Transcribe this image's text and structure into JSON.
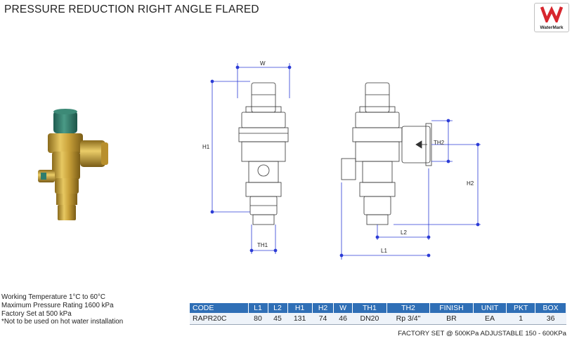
{
  "title": "PRESSURE REDUCTION RIGHT ANGLE FLARED",
  "logo": {
    "text": "WaterMark",
    "brand_color": "#d7262e"
  },
  "drawing_labels": {
    "w": "W",
    "h1": "H1",
    "th1": "TH1",
    "th2": "TH2",
    "h2": "H2",
    "l2": "L2",
    "l1": "L1"
  },
  "specs": [
    "Working Temperature  1°C to 60°C",
    "Maximum Pressure Rating  1600 kPa",
    "Factory Set at 500 kPa",
    "*Not to be used on hot water installation"
  ],
  "table": {
    "headers": [
      "CODE",
      "L1",
      "L2",
      "H1",
      "H2",
      "W",
      "TH1",
      "TH2",
      "FINISH",
      "UNIT",
      "PKT",
      "BOX"
    ],
    "rows": [
      [
        "RAPR20C",
        "80",
        "45",
        "131",
        "74",
        "46",
        "DN20",
        "Rp 3/4\"",
        "BR",
        "EA",
        "1",
        "36"
      ]
    ]
  },
  "note": "FACTORY SET @ 500KPa ADJUSTABLE 150 - 600KPa",
  "colors": {
    "header_bg": "#2f6fb6",
    "dimension_line": "#2b3bd6",
    "brass": "#c9a13a",
    "cap_green": "#2f7d6d"
  }
}
